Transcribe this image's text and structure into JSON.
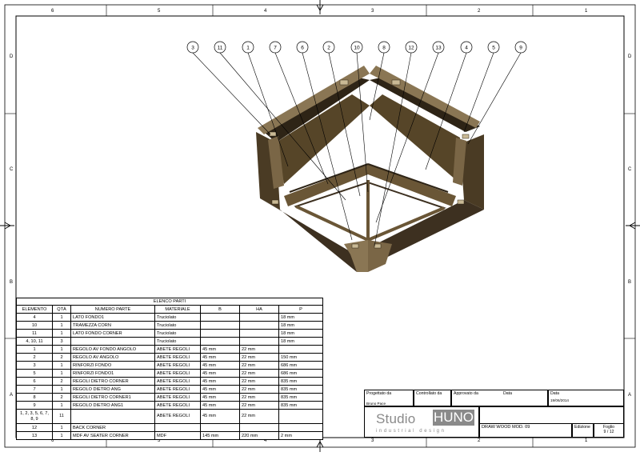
{
  "zone_labels": {
    "columns": [
      "6",
      "5",
      "4",
      "3",
      "2",
      "1"
    ],
    "rows": [
      "D",
      "C",
      "B",
      "A"
    ]
  },
  "balloons": [
    "3",
    "11",
    "1",
    "7",
    "6",
    "2",
    "10",
    "8",
    "12",
    "13",
    "4",
    "5",
    "9"
  ],
  "parts_list": {
    "title": "ELENCO PARTI",
    "headers": [
      "ELEMENTO",
      "QTÀ",
      "NUMERO PARTE",
      "MATERIALE",
      "B",
      "HA",
      "P"
    ],
    "rows": [
      [
        "4",
        "1",
        "LATO FONDO1",
        "Truciolato",
        "",
        "",
        "18 mm"
      ],
      [
        "10",
        "1",
        "TRAMEZZA CORN",
        "Truciolato",
        "",
        "",
        "18 mm"
      ],
      [
        "11",
        "1",
        "LATO FONDO CORNER",
        "Truciolato",
        "",
        "",
        "18 mm"
      ],
      [
        "4, 10, 11",
        "3",
        "",
        "Truciolato",
        "",
        "",
        "18 mm"
      ],
      [
        "1",
        "1",
        "REGOLO AV FONDO ANGOLO",
        "ABETE REGOLI",
        "45 mm",
        "22 mm",
        ""
      ],
      [
        "2",
        "2",
        "REGOLO AV ANGOLO",
        "ABETE REGOLI",
        "45 mm",
        "22 mm",
        "150 mm"
      ],
      [
        "3",
        "1",
        "RINFORZI FONDO",
        "ABETE REGOLI",
        "45 mm",
        "22 mm",
        "686 mm"
      ],
      [
        "5",
        "1",
        "RINFORZI FONDO1",
        "ABETE REGOLI",
        "45 mm",
        "22 mm",
        "686 mm"
      ],
      [
        "6",
        "2",
        "REGOLI DIETRO CORNER",
        "ABETE REGOLI",
        "45 mm",
        "22 mm",
        "835 mm"
      ],
      [
        "7",
        "1",
        "REGOLO DIETRO ANG",
        "ABETE REGOLI",
        "45 mm",
        "22 mm",
        "835 mm"
      ],
      [
        "8",
        "2",
        "REGOLI DIETRO CORNER1",
        "ABETE REGOLI",
        "45 mm",
        "22 mm",
        "835 mm"
      ],
      [
        "9",
        "1",
        "REGOLO DIETRO ANG1",
        "ABETE REGOLI",
        "45 mm",
        "22 mm",
        "835 mm"
      ],
      [
        "1, 2, 3, 5, 6, 7, 8, 9",
        "11",
        "",
        "ABETE REGOLI",
        "45 mm",
        "22 mm",
        ""
      ],
      [
        "12",
        "1",
        "BACK CORNER",
        "",
        "",
        "",
        ""
      ],
      [
        "13",
        "1",
        "MDF AV SEATER CORNER",
        "MDF",
        "145 mm",
        "220 mm",
        "2 mm"
      ]
    ]
  },
  "title_block": {
    "designed_label": "Progettato da",
    "designed_by": "Bruno Pace",
    "checked_label": "Controllato da",
    "approved_label": "Approvato da",
    "date_label": "Data",
    "date_label2": "Data",
    "date_value": "19/06/2014",
    "logo_text1": "Studio",
    "logo_text2": "HUNO",
    "logo_sub": "industrial design",
    "drawing_title": "DRAW WOOD MOD. 09",
    "edition_label": "Edizione",
    "sheet_label": "Foglio",
    "sheet_value": "9 / 12"
  },
  "colors": {
    "wood_dark": "#3a2e1c",
    "wood_mid": "#5c4a2e",
    "wood_light": "#8a7654",
    "logo_gray": "#8a8a8a"
  }
}
